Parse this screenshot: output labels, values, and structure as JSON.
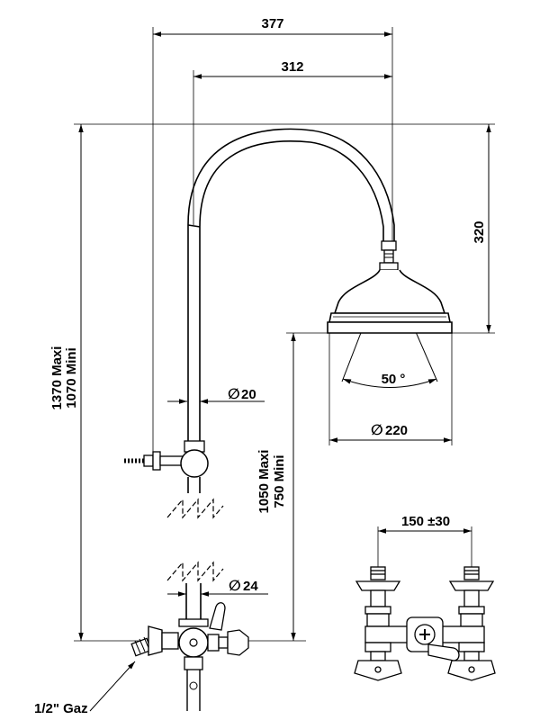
{
  "dimensions": {
    "width_377": "377",
    "width_312": "312",
    "height_320": "320",
    "height_overall_max": "1370 Maxi",
    "height_overall_min": "1070 Mini",
    "height_valve_max": "1050 Maxi",
    "height_valve_min": "750 Mini",
    "tube_diameter_top": "20",
    "tube_diameter_bottom": "24",
    "head_diameter": "220",
    "spray_angle": "50 °",
    "center_distance": "150 ±30"
  },
  "labels": {
    "inlet_thread": "1/2\" Gaz"
  },
  "symbols": {
    "diameter": "∅"
  }
}
